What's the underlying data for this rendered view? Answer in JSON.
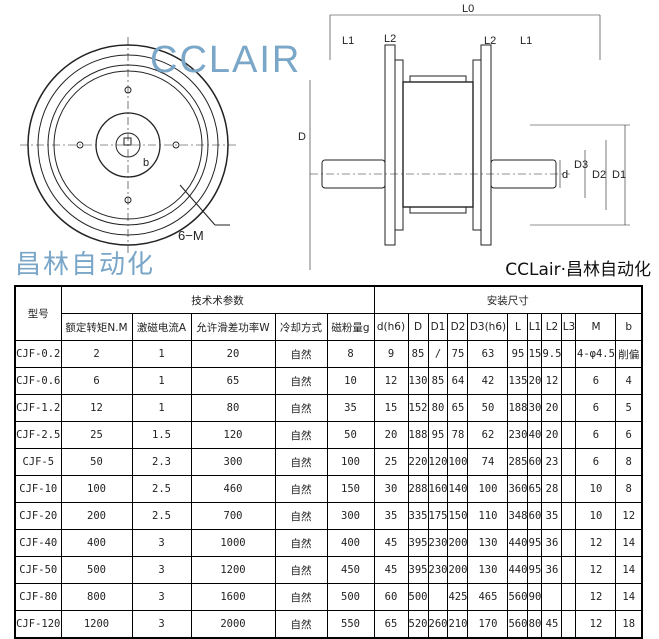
{
  "drawing": {
    "labels": {
      "L0": "L0",
      "L1": "L1",
      "L2": "L2",
      "D": "D",
      "d": "d",
      "D1": "D1",
      "D2": "D2",
      "D3": "D3",
      "b": "b",
      "M": "6−M"
    }
  },
  "watermark": {
    "top": "CCLAIR",
    "bottom": "昌林自动化"
  },
  "logo": "CCLair·昌林自动化",
  "table": {
    "model_header": "型号",
    "group1": "技术术参数",
    "group2": "安装尺寸",
    "columns": [
      "额定转矩N.M",
      "激磁电流A",
      "允许滑差功率W",
      "冷却方式",
      "磁粉量g",
      "d(h6)",
      "D",
      "D1",
      "D2",
      "D3(h6)",
      "L",
      "L1",
      "L2",
      "L3",
      "M",
      "b"
    ],
    "rows": [
      [
        "CJF-0.2",
        "2",
        "1",
        "20",
        "自然",
        "8",
        "9",
        "85",
        "/",
        "75",
        "63",
        "95",
        "15",
        "9.5",
        "",
        "4-φ4.5",
        "削偏"
      ],
      [
        "CJF-0.6",
        "6",
        "1",
        "65",
        "自然",
        "10",
        "12",
        "130",
        "85",
        "64",
        "42",
        "135",
        "20",
        "12",
        "",
        "6",
        "4"
      ],
      [
        "CJF-1.2",
        "12",
        "1",
        "80",
        "自然",
        "35",
        "15",
        "152",
        "80",
        "65",
        "50",
        "188",
        "30",
        "20",
        "",
        "6",
        "5"
      ],
      [
        "CJF-2.5",
        "25",
        "1.5",
        "120",
        "自然",
        "50",
        "20",
        "188",
        "95",
        "78",
        "62",
        "230",
        "40",
        "20",
        "",
        "6",
        "6"
      ],
      [
        "CJF-5",
        "50",
        "2.3",
        "300",
        "自然",
        "100",
        "25",
        "220",
        "120",
        "100",
        "74",
        "285",
        "60",
        "23",
        "",
        "6",
        "8"
      ],
      [
        "CJF-10",
        "100",
        "2.5",
        "460",
        "自然",
        "150",
        "30",
        "288",
        "160",
        "140",
        "100",
        "360",
        "65",
        "28",
        "",
        "10",
        "8"
      ],
      [
        "CJF-20",
        "200",
        "2.5",
        "700",
        "自然",
        "300",
        "35",
        "335",
        "175",
        "150",
        "110",
        "348",
        "60",
        "35",
        "",
        "10",
        "12"
      ],
      [
        "CJF-40",
        "400",
        "3",
        "1000",
        "自然",
        "400",
        "45",
        "395",
        "230",
        "200",
        "130",
        "440",
        "95",
        "36",
        "",
        "12",
        "14"
      ],
      [
        "CJF-50",
        "500",
        "3",
        "1200",
        "自然",
        "450",
        "45",
        "395",
        "230",
        "200",
        "130",
        "440",
        "95",
        "36",
        "",
        "12",
        "14"
      ],
      [
        "CJF-80",
        "800",
        "3",
        "1600",
        "自然",
        "500",
        "60",
        "500",
        "",
        "425",
        "465",
        "560",
        "90",
        "",
        "",
        "12",
        "14"
      ],
      [
        "CJF-120",
        "1200",
        "3",
        "2000",
        "自然",
        "550",
        "65",
        "520",
        "260",
        "210",
        "170",
        "560",
        "80",
        "45",
        "",
        "12",
        "18"
      ]
    ]
  }
}
